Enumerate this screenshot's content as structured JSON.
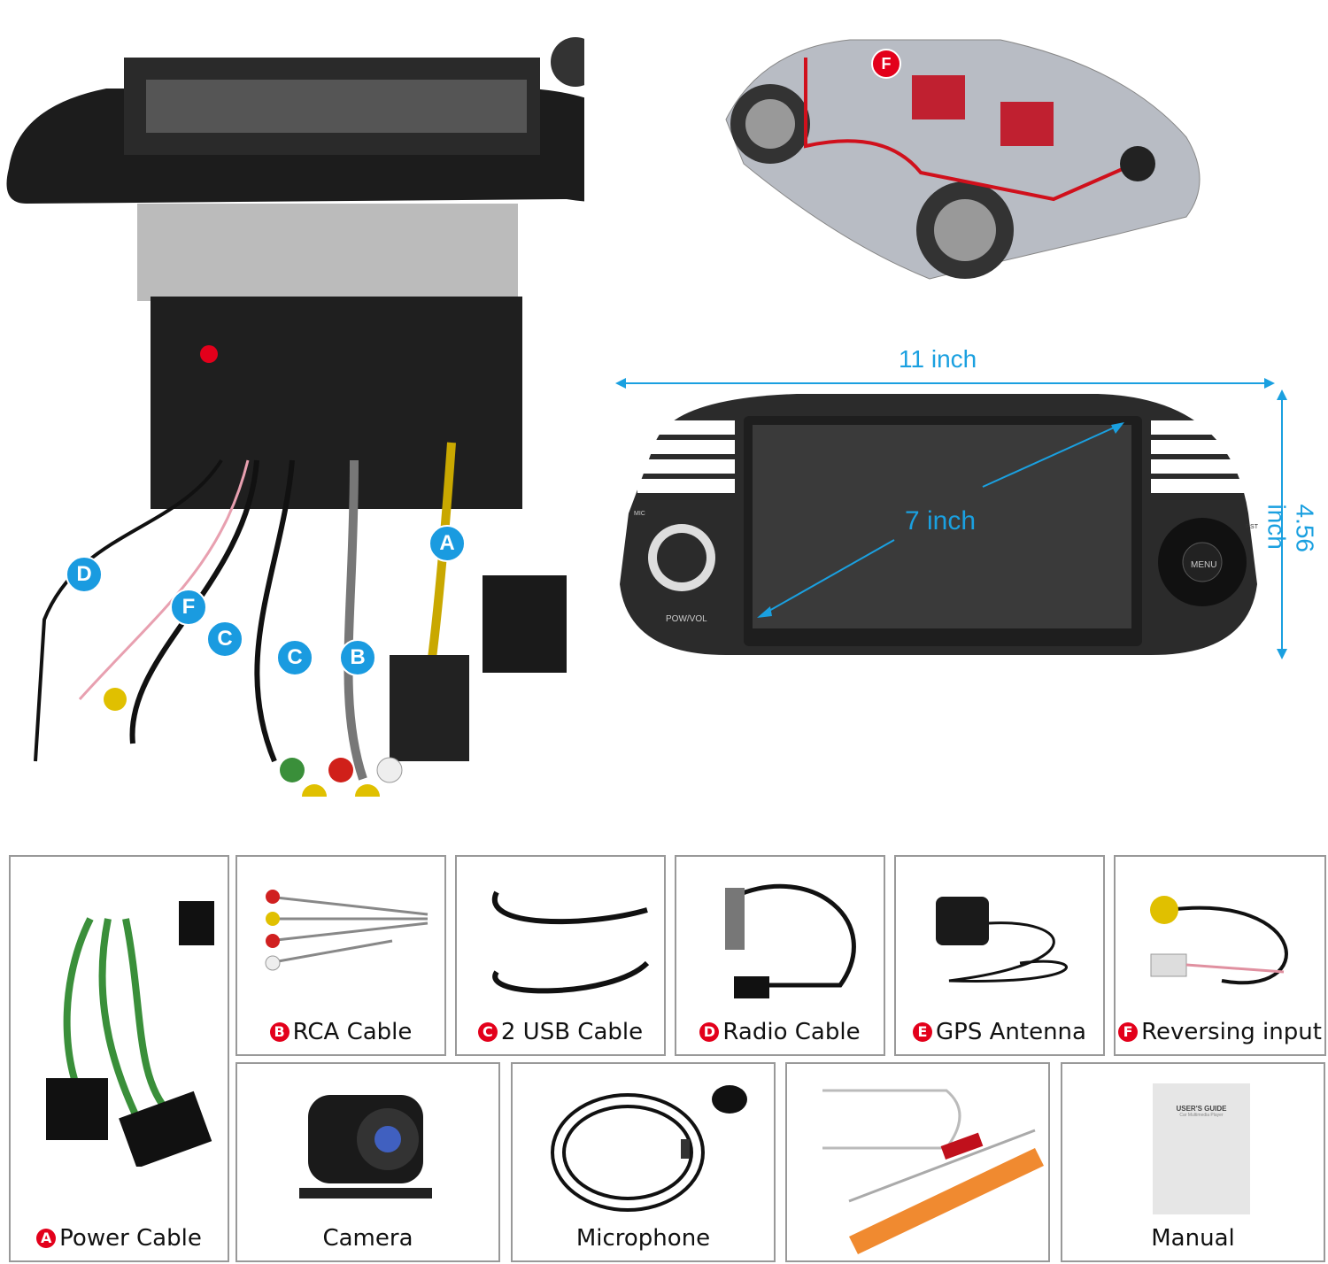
{
  "harness_callouts": [
    "A",
    "B",
    "C",
    "C",
    "D",
    "F"
  ],
  "car_callout": "F",
  "dimensions": {
    "width": "11 inch",
    "height": "4.56 inch",
    "screen": "7 inch"
  },
  "device_labels": {
    "mic": "MIC",
    "power": "POW/VOL",
    "menu": "MENU",
    "reset": "RST"
  },
  "accessories": [
    {
      "badge": "A",
      "label": "Power Cable"
    },
    {
      "badge": "B",
      "label": "RCA Cable"
    },
    {
      "badge": "C",
      "label": "2 USB Cable"
    },
    {
      "badge": "D",
      "label": "Radio Cable"
    },
    {
      "badge": "E",
      "label": "GPS Antenna"
    },
    {
      "badge": "F",
      "label": "Reversing input"
    },
    {
      "badge": "",
      "label": "Camera"
    },
    {
      "badge": "",
      "label": "Microphone"
    },
    {
      "badge": "",
      "label": ""
    },
    {
      "badge": "",
      "label": "Manual"
    }
  ],
  "manual_cover": {
    "title": "USER'S GUIDE",
    "subtitle": "Car Multimedia Player"
  },
  "colors": {
    "accent_blue": "#1a9be0",
    "badge_red": "#e3001b"
  }
}
